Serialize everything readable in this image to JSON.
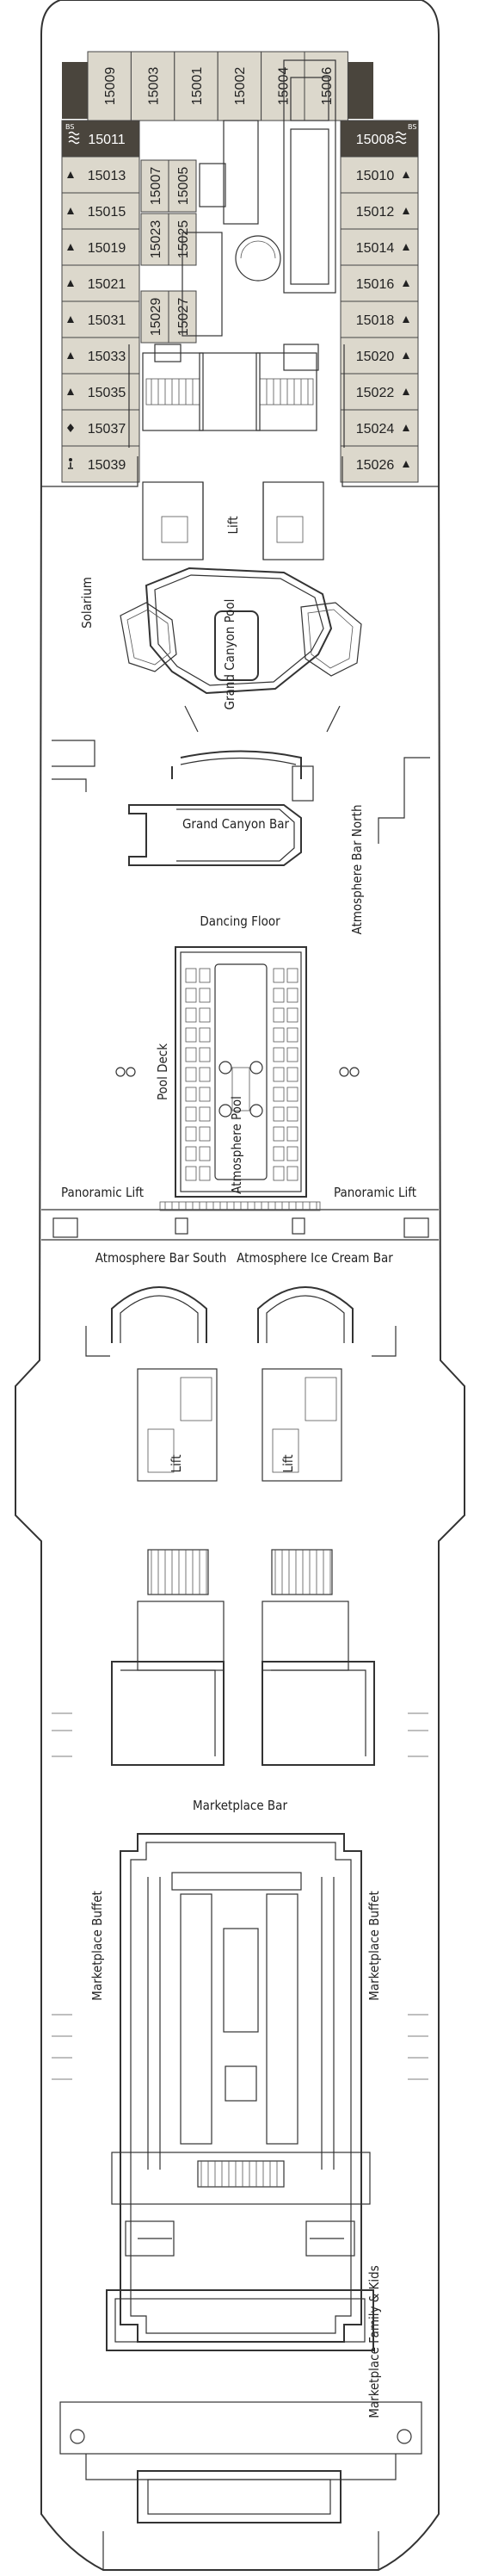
{
  "deck_plan": {
    "top_cabins": [
      "15009",
      "15003",
      "15001",
      "15002",
      "15004",
      "15006"
    ],
    "port_cabins": [
      {
        "number": "15011",
        "icon": "waves-icon",
        "badge": "BS"
      },
      {
        "number": "15013",
        "icon": "triangle-icon"
      },
      {
        "number": "15015",
        "icon": "triangle-icon"
      },
      {
        "number": "15019",
        "icon": "triangle-icon"
      },
      {
        "number": "15021",
        "icon": "triangle-icon"
      },
      {
        "number": "15031",
        "icon": "triangle-icon"
      },
      {
        "number": "15033",
        "icon": "triangle-icon"
      },
      {
        "number": "15035",
        "icon": "triangle-icon"
      },
      {
        "number": "15037",
        "icon": "diamond-icon"
      },
      {
        "number": "15039",
        "icon": "accessible-icon"
      }
    ],
    "starboard_cabins": [
      {
        "number": "15008",
        "icon": "waves-icon",
        "badge": "BS"
      },
      {
        "number": "15010",
        "icon": "triangle-icon"
      },
      {
        "number": "15012",
        "icon": "triangle-icon"
      },
      {
        "number": "15014",
        "icon": "triangle-icon"
      },
      {
        "number": "15016",
        "icon": "triangle-icon"
      },
      {
        "number": "15018",
        "icon": "triangle-icon"
      },
      {
        "number": "15020",
        "icon": "triangle-icon"
      },
      {
        "number": "15022",
        "icon": "triangle-icon"
      },
      {
        "number": "15024",
        "icon": "triangle-icon"
      },
      {
        "number": "15026",
        "icon": "triangle-icon"
      }
    ],
    "inner_cabins": [
      "15007",
      "15005",
      "15023",
      "15025",
      "15029",
      "15027"
    ],
    "labels": {
      "lift": "Lift",
      "solarium": "Solarium",
      "grand_canyon_pool": "Grand Canyon Pool",
      "grand_canyon_bar": "Grand Canyon Bar",
      "atmosphere_bar_north": "Atmosphere Bar North",
      "dancing_floor": "Dancing Floor",
      "pool_deck": "Pool Deck",
      "atmosphere_pool": "Atmosphere Pool",
      "panoramic_lift_left": "Panoramic Lift",
      "panoramic_lift_right": "Panoramic Lift",
      "atmosphere_bar_south": "Atmosphere Bar South",
      "atmosphere_ice_cream_bar": "Atmosphere Ice Cream Bar",
      "lift_left": "Lift",
      "lift_right": "Lift",
      "marketplace_bar": "Marketplace Bar",
      "marketplace_buffet_left": "Marketplace Buffet",
      "marketplace_buffet_right": "Marketplace Buffet",
      "marketplace_family_kids": "Marketplace Family & Kids"
    },
    "colors": {
      "cabin_fill": "#dcd8cc",
      "dark_fill": "#4a453d",
      "line": "#333333"
    }
  }
}
